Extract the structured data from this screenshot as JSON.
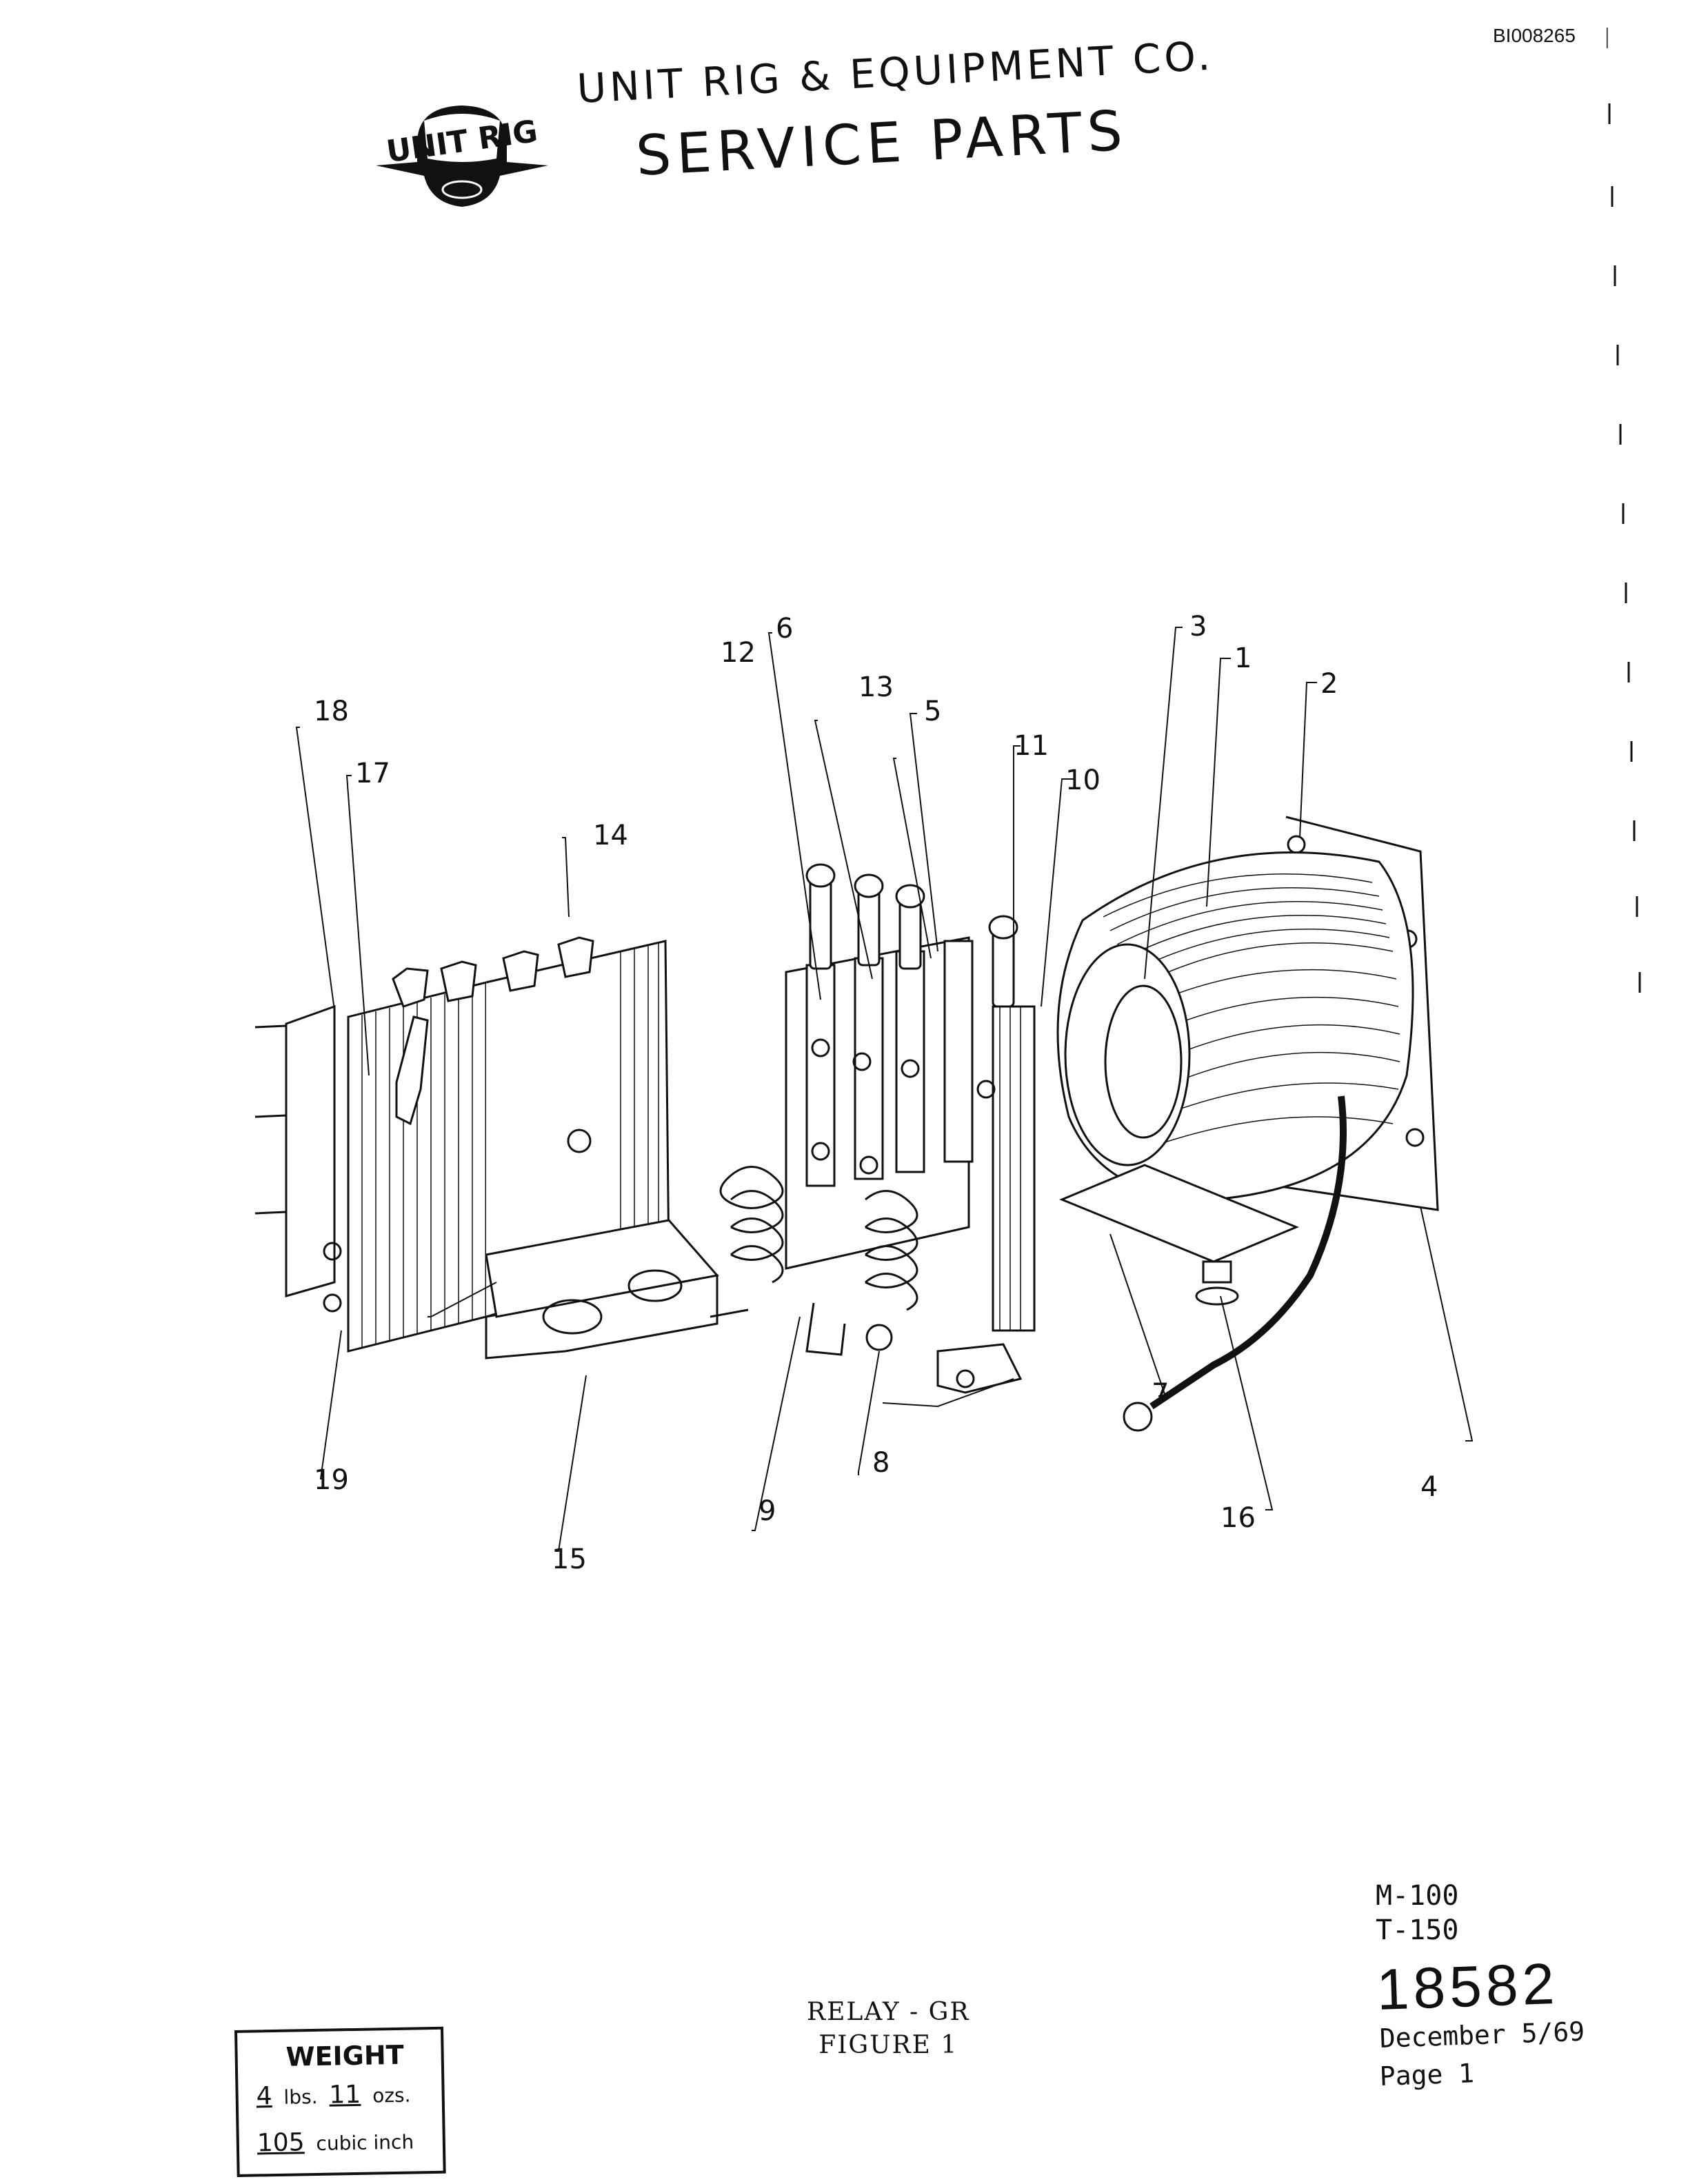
{
  "header": {
    "doc_id": "BI008265",
    "company": "UNIT RIG & EQUIPMENT CO.",
    "title": "SERVICE PARTS",
    "logo_text": "UNIT RIG"
  },
  "figure": {
    "callouts": [
      "1",
      "2",
      "3",
      "4",
      "5",
      "6",
      "7",
      "8",
      "9",
      "10",
      "11",
      "12",
      "13",
      "14",
      "15",
      "16",
      "17",
      "18",
      "19"
    ],
    "caption_line1": "RELAY - GR",
    "caption_line2": "FIGURE 1"
  },
  "footer": {
    "models": [
      "M-100",
      "T-150"
    ],
    "part_number": "18582",
    "date": "December 5/69",
    "page": "Page 1"
  },
  "weight": {
    "title": "WEIGHT",
    "lbs": "4",
    "lbs_unit": "lbs.",
    "ozs": "11",
    "ozs_unit": "ozs.",
    "volume": "105",
    "volume_unit": "cubic inch"
  },
  "colors": {
    "ink": "#111111",
    "paper": "#ffffff"
  }
}
